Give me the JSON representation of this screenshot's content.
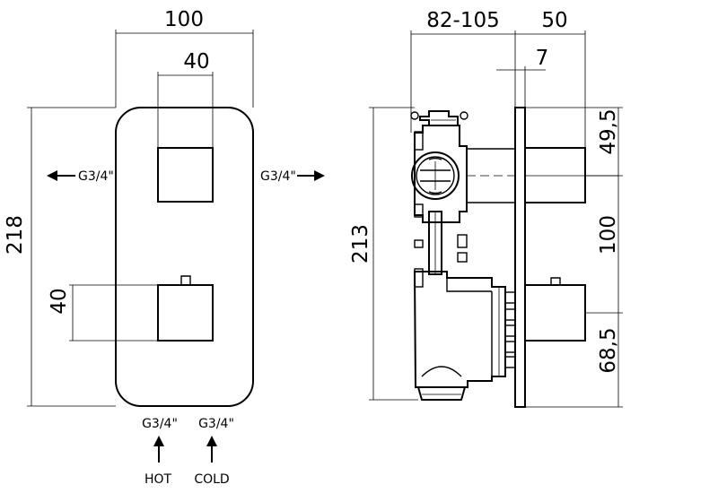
{
  "front_view": {
    "width_dim": "100",
    "handle_width_dim": "40",
    "height_dim": "218",
    "handle_height_dim": "40",
    "outlet_left_label": "G3/4\"",
    "outlet_right_label": "G3/4\"",
    "inlet_hot_thread": "G3/4\"",
    "inlet_cold_thread": "G3/4\"",
    "hot_label": "HOT",
    "cold_label": "COLD"
  },
  "side_view": {
    "depth_dim": "82-105",
    "handle_depth_dim": "50",
    "plate_thickness_dim": "7",
    "body_height_dim": "213",
    "top_offset_dim": "49,5",
    "handle_spacing_dim": "100",
    "bottom_offset_dim": "68,5"
  }
}
